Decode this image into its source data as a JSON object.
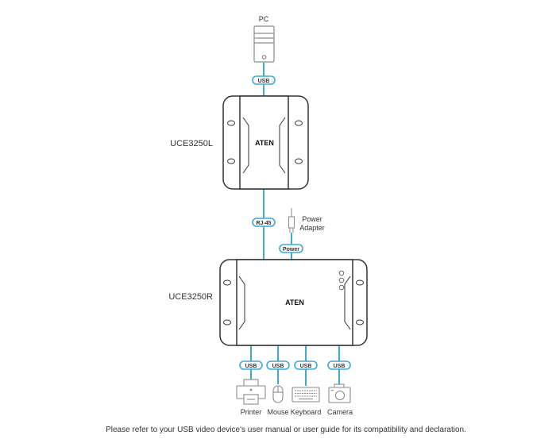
{
  "pc": {
    "label": "PC"
  },
  "devices": {
    "local": "UCE3250L",
    "remote": "UCE3250R",
    "brand": "ATEN"
  },
  "connectors": {
    "usb": "USB",
    "rj45": "RJ-45",
    "power": "Power"
  },
  "power_adapter": {
    "line1": "Power",
    "line2": "Adapter"
  },
  "peripherals": [
    "Printer",
    "Mouse",
    "Keyboard",
    "Camera"
  ],
  "footer": "Please refer to your USB video device's user manual or user guide for its compatibility and declaration.",
  "colors": {
    "cable": "#3fa9d6",
    "outline": "#333333",
    "icon": "#8a8a8a"
  }
}
